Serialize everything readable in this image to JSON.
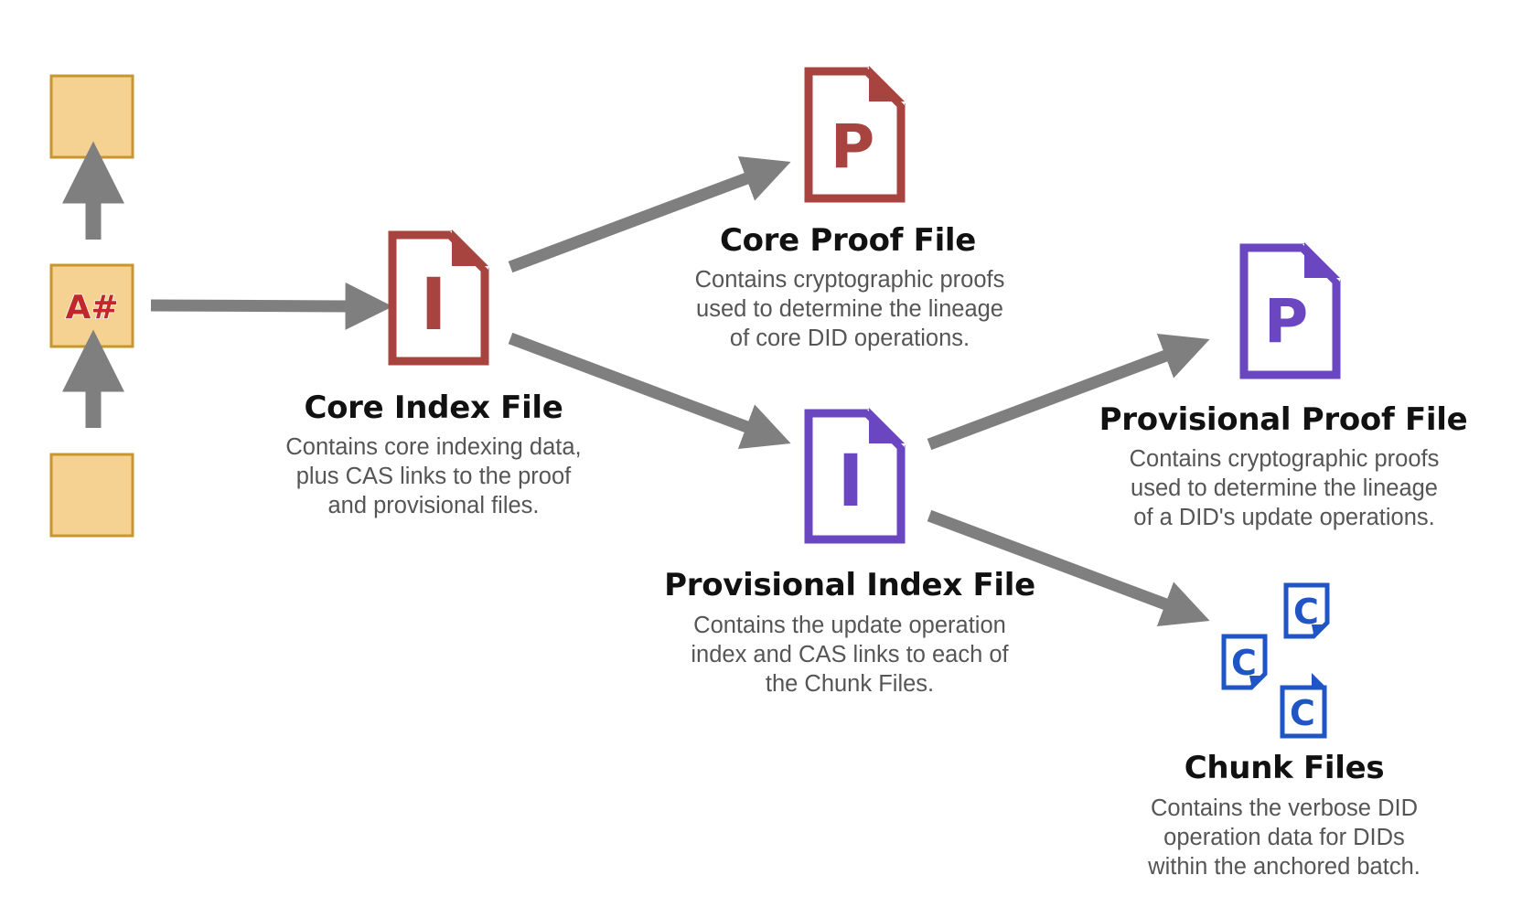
{
  "colors": {
    "core": "#a8443f",
    "provisional": "#6b46c1",
    "chunk": "#1f55c4",
    "block_fill": "#f5d192",
    "block_stroke": "#c8962e",
    "arrow": "#7f7f7f",
    "anchor_text": "#c0282a"
  },
  "anchor_block": {
    "label": "A#"
  },
  "nodes": {
    "core_index": {
      "icon_letter": "I",
      "title": "Core Index File",
      "desc": [
        "Contains core indexing data,",
        "plus CAS links to the proof",
        "and provisional files."
      ]
    },
    "core_proof": {
      "icon_letter": "P",
      "title": "Core Proof File",
      "desc": [
        "Contains cryptographic proofs",
        "used to determine the lineage",
        "of core DID operations."
      ]
    },
    "provisional_index": {
      "icon_letter": "I",
      "title": "Provisional Index File",
      "desc": [
        "Contains the update operation",
        "index and CAS links to each of",
        "the Chunk Files."
      ]
    },
    "provisional_proof": {
      "icon_letter": "P",
      "title": "Provisional Proof File",
      "desc": [
        "Contains cryptographic proofs",
        "used to determine the lineage",
        "of a DID's update operations."
      ]
    },
    "chunk": {
      "icon_letter": "C",
      "title": "Chunk Files",
      "desc": [
        "Contains the verbose DID",
        "operation data for DIDs",
        "within the anchored batch."
      ]
    }
  }
}
